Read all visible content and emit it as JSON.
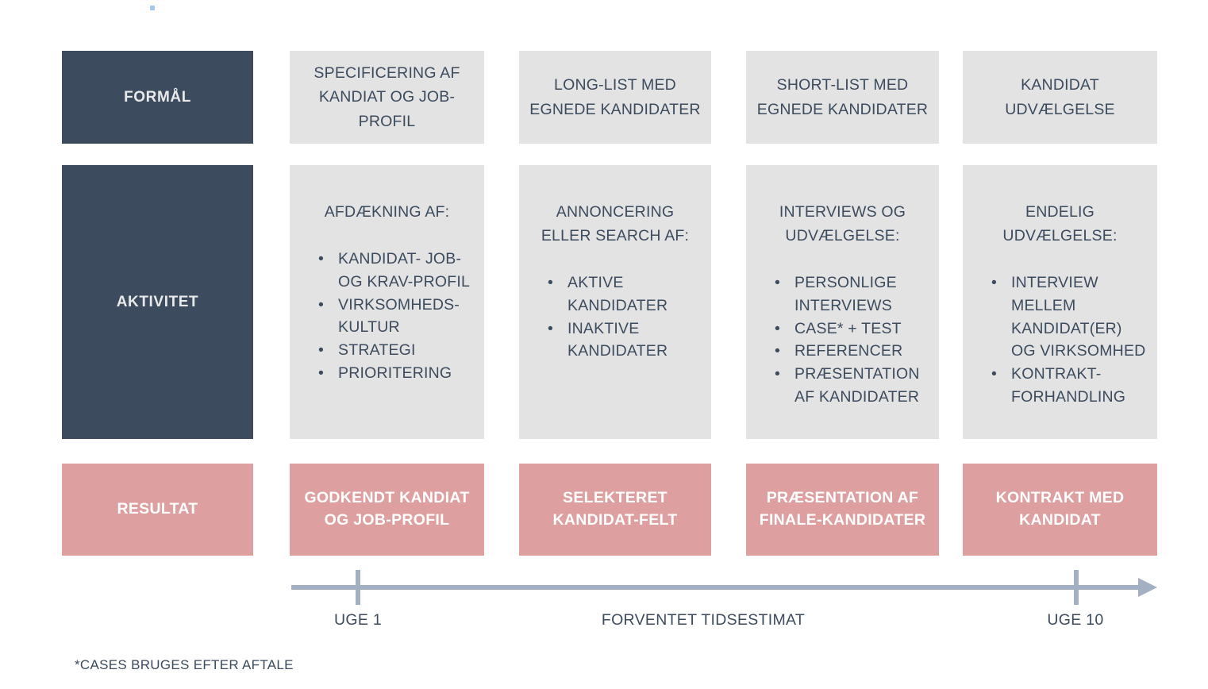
{
  "meta": {
    "corner_marker_color": "#A6C8F0",
    "colors": {
      "navy": "#3C4B5E",
      "gray": "#E3E3E3",
      "pink": "#DE9FA0",
      "timeline": "#A3AFC2",
      "white": "#FFFFFF"
    }
  },
  "rows": {
    "purpose_label": "FORMÅL",
    "activity_label": "AKTIVITET",
    "result_label": "RESULTAT"
  },
  "purpose": [
    "SPECIFICERING AF KANDIAT OG JOB-PROFIL",
    "LONG-LIST MED EGNEDE KANDIDATER",
    "SHORT-LIST MED EGNEDE KANDIDATER",
    "KANDIDAT UDVÆLGELSE"
  ],
  "activity": [
    {
      "heading": "AFDÆKNING AF:",
      "items": [
        "KANDIDAT- JOB- OG KRAV-PROFIL",
        "VIRKSOMHEDS-KULTUR",
        "STRATEGI",
        "PRIORITERING"
      ]
    },
    {
      "heading": "ANNONCERING ELLER SEARCH AF:",
      "items": [
        "AKTIVE KANDIDATER",
        "INAKTIVE KANDIDATER"
      ]
    },
    {
      "heading": "INTERVIEWS OG UDVÆLGELSE:",
      "items": [
        "PERSONLIGE INTERVIEWS",
        "CASE* + TEST",
        "REFERENCER",
        "PRÆSENTATION AF KANDIDATER"
      ]
    },
    {
      "heading": "ENDELIG UDVÆLGELSE:",
      "items": [
        "INTERVIEW MELLEM KANDIDAT(ER) OG VIRKSOMHED",
        "KONTRAKT-FORHANDLING"
      ]
    }
  ],
  "result": [
    "GODKENDT KANDIAT OG JOB-PROFIL",
    "SELEKTERET KANDIDAT-FELT",
    "PRÆSENTATION AF FINALE-KANDIDATER",
    "KONTRAKT MED KANDIDAT"
  ],
  "timeline": {
    "start_label": "UGE 1",
    "middle_label": "FORVENTET TIDSESTIMAT",
    "end_label": "UGE 10"
  },
  "footnote": "*CASES BRUGES EFTER AFTALE",
  "bullet_glyph": "•"
}
